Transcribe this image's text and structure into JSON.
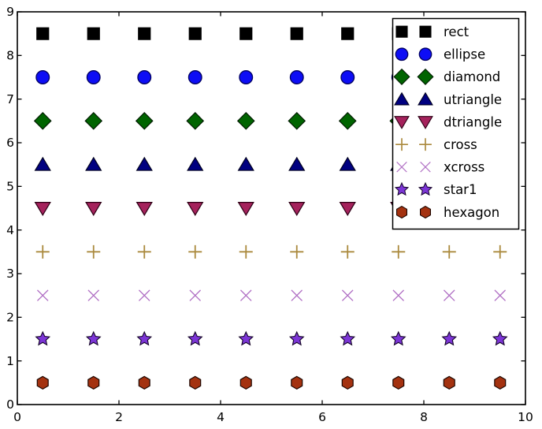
{
  "figure": {
    "background": "#ffffff",
    "frame_color": "#000000",
    "tick_label_color": "#000000"
  },
  "chart_data": {
    "type": "scatter",
    "title": "",
    "xlabel": "",
    "ylabel": "",
    "xlim": [
      0,
      10
    ],
    "ylim": [
      0,
      9
    ],
    "xticks": [
      "0",
      "2",
      "4",
      "6",
      "8",
      "10"
    ],
    "xtick_values": [
      0,
      2,
      4,
      6,
      8,
      10
    ],
    "yticks": [
      "0",
      "1",
      "2",
      "3",
      "4",
      "5",
      "6",
      "7",
      "8",
      "9"
    ],
    "ytick_values": [
      0,
      1,
      2,
      3,
      4,
      5,
      6,
      7,
      8,
      9
    ],
    "grid": false,
    "legend_position": "upper-right",
    "legend_labels": [
      "rect",
      "ellipse",
      "diamond",
      "utriangle",
      "dtriangle",
      "cross",
      "xcross",
      "star1",
      "hexagon"
    ],
    "x": [
      0.5,
      1.5,
      2.5,
      3.5,
      4.5,
      5.5,
      6.5,
      7.5,
      8.5,
      9.5
    ],
    "series": [
      {
        "name": "rect",
        "marker": "rect",
        "y": 8.5,
        "fill": "#000000",
        "edge": "#000000"
      },
      {
        "name": "ellipse",
        "marker": "ellipse",
        "y": 7.5,
        "fill": "#0d0df5",
        "edge": "#000060"
      },
      {
        "name": "diamond",
        "marker": "diamond",
        "y": 6.5,
        "fill": "#006400",
        "edge": "#001c00"
      },
      {
        "name": "utriangle",
        "marker": "utriangle",
        "y": 5.5,
        "fill": "#000080",
        "edge": "#000020"
      },
      {
        "name": "dtriangle",
        "marker": "dtriangle",
        "y": 4.5,
        "fill": "#a5225c",
        "edge": "#2d0015"
      },
      {
        "name": "cross",
        "marker": "cross",
        "y": 3.5,
        "fill": "none",
        "edge": "#ab8a3e"
      },
      {
        "name": "xcross",
        "marker": "xcross",
        "y": 2.5,
        "fill": "none",
        "edge": "#b06fc4"
      },
      {
        "name": "star1",
        "marker": "star1",
        "y": 1.5,
        "fill": "#7c35d6",
        "edge": "#140428"
      },
      {
        "name": "hexagon",
        "marker": "hexagon",
        "y": 0.5,
        "fill": "#a43210",
        "edge": "#1c0600"
      }
    ]
  }
}
